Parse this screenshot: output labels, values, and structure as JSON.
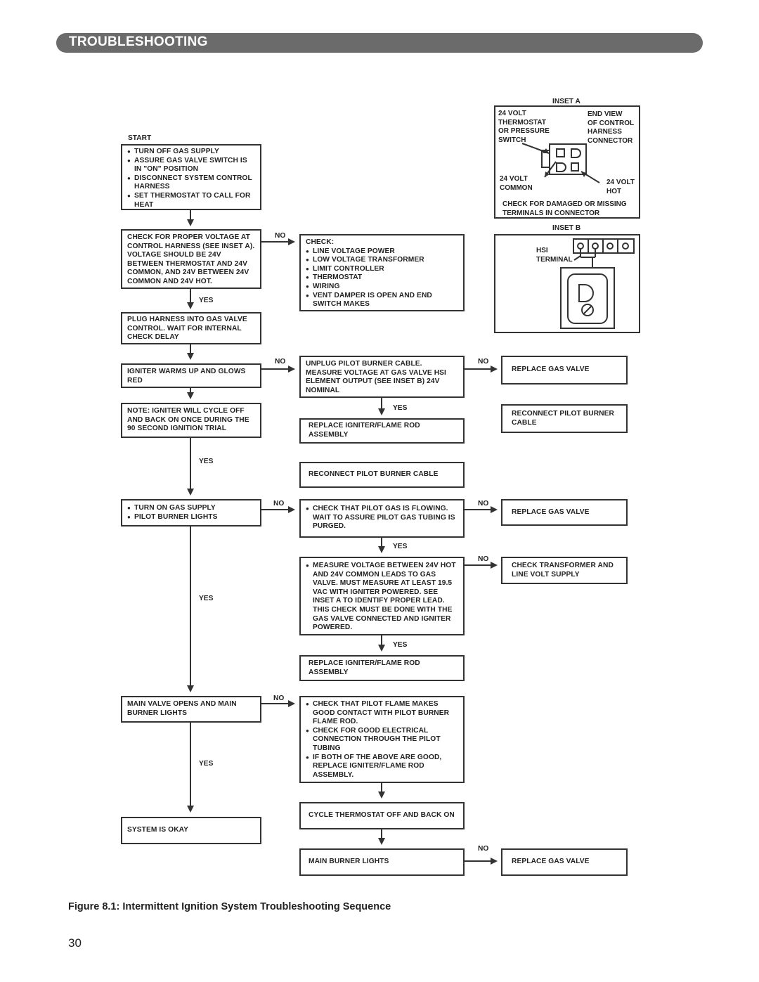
{
  "header": {
    "title": "TROUBLESHOOTING"
  },
  "labels": {
    "start": "START",
    "yes": "YES",
    "no": "NO"
  },
  "boxes": {
    "start_steps": [
      "TURN OFF GAS SUPPLY",
      "ASSURE GAS VALVE SWITCH IS IN \"ON\" POSITION",
      "DISCONNECT SYSTEM CONTROL HARNESS",
      "SET THERMOSTAT TO CALL FOR HEAT"
    ],
    "check_voltage": "CHECK FOR PROPER VOLTAGE AT CONTROL HARNESS (SEE INSET A). VOLTAGE SHOULD BE 24V BETWEEN THERMOSTAT AND 24V COMMON, AND 24V BETWEEN 24V COMMON AND 24V HOT.",
    "check_title": "CHECK:",
    "check_items": [
      "LINE VOLTAGE POWER",
      "LOW VOLTAGE TRANSFORMER",
      "LIMIT CONTROLLER",
      "THERMOSTAT",
      "WIRING",
      "VENT DAMPER IS OPEN AND END SWITCH MAKES"
    ],
    "plug_harness": "PLUG HARNESS INTO GAS VALVE CONTROL. WAIT FOR INTERNAL CHECK DELAY",
    "igniter_warms": "IGNITER WARMS UP AND GLOWS RED",
    "unplug_pilot": "UNPLUG PILOT BURNER CABLE. MEASURE VOLTAGE AT GAS VALVE HSI ELEMENT OUTPUT (SEE INSET B) 24V NOMINAL",
    "replace_gas_valve_1": "REPLACE GAS VALVE",
    "reconnect_cable_right": "RECONNECT PILOT BURNER CABLE",
    "note_igniter": "NOTE: IGNITER WILL CYCLE OFF AND BACK ON ONCE DURING THE 90 SECOND IGNITION TRIAL",
    "replace_igniter_1": "REPLACE IGNITER/FLAME ROD ASSEMBLY",
    "reconnect_cable_mid": "RECONNECT PILOT BURNER CABLE",
    "turn_on_items": [
      "TURN ON GAS SUPPLY",
      "PILOT BURNER LIGHTS"
    ],
    "check_pilot_gas": [
      "CHECK THAT PILOT GAS IS FLOWING. WAIT TO ASSURE PILOT GAS TUBING IS PURGED."
    ],
    "replace_gas_valve_2": "REPLACE GAS VALVE",
    "measure_voltage": [
      "MEASURE VOLTAGE BETWEEN 24V HOT AND 24V COMMON LEADS TO GAS VALVE. MUST MEASURE AT LEAST 19.5 VAC WITH IGNITER POWERED. SEE INSET A TO IDENTIFY PROPER LEAD. THIS CHECK MUST BE DONE WITH THE GAS VALVE CONNECTED AND IGNITER POWERED."
    ],
    "check_transformer": "CHECK TRANSFORMER AND LINE VOLT SUPPLY",
    "replace_igniter_2": "REPLACE IGNITER/FLAME ROD ASSEMBLY",
    "main_valve": "MAIN VALVE OPENS AND MAIN BURNER LIGHTS",
    "check_flame_items": [
      "CHECK THAT PILOT FLAME MAKES GOOD CONTACT WITH PILOT BURNER FLAME ROD.",
      "CHECK FOR GOOD ELECTRICAL CONNECTION THROUGH THE PILOT TUBING",
      "IF BOTH OF THE ABOVE ARE GOOD, REPLACE IGNITER/FLAME ROD ASSEMBLY."
    ],
    "cycle_thermostat": "CYCLE THERMOSTAT OFF AND BACK ON",
    "system_okay": "SYSTEM IS OKAY",
    "main_burner_lights": "MAIN BURNER LIGHTS",
    "replace_gas_valve_3": "REPLACE GAS VALVE"
  },
  "inset_a": {
    "label": "INSET A",
    "thermostat_lines": [
      "24 VOLT",
      "THERMOSTAT",
      "OR PRESSURE",
      "SWITCH"
    ],
    "end_view_lines": [
      "END VIEW",
      "OF CONTROL",
      "HARNESS",
      "CONNECTOR"
    ],
    "common_lines": [
      "24 VOLT",
      "COMMON"
    ],
    "hot_lines": [
      "24 VOLT",
      "HOT"
    ],
    "check_lines": [
      "CHECK FOR DAMAGED OR MISSING",
      "TERMINALS IN CONNECTOR"
    ]
  },
  "inset_b": {
    "label": "INSET B",
    "hsi_lines": [
      "HSI",
      "TERMINAL"
    ]
  },
  "caption": "Figure 8.1:  Intermittent Ignition System Troubleshooting Sequence",
  "page_number": "30"
}
